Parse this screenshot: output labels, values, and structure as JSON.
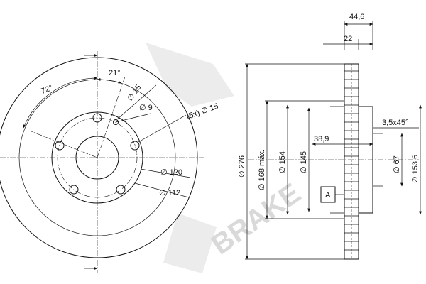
{
  "watermark": {
    "brand": "BRAKE"
  },
  "front_view": {
    "angle_pcd": "72°",
    "angle_hole": "21°",
    "dia_15": "∅ 15",
    "dia_9": "∅ 9",
    "bolt_holes": "(5x) ∅ 15",
    "dia_120": "∅ 120",
    "dia_112": "∅ 112"
  },
  "side_view": {
    "width_total": "44,6",
    "width_22": "22",
    "dia_276": "∅ 276",
    "dia_168": "∅ 168 máx.",
    "dia_154": "∅ 154",
    "dia_145": "∅ 145",
    "depth_38_9": "38,9",
    "chamfer": "3,5x45°",
    "dia_67": "∅ 67",
    "dia_153_6": "∅ 153,6",
    "detail_tag": "A"
  }
}
